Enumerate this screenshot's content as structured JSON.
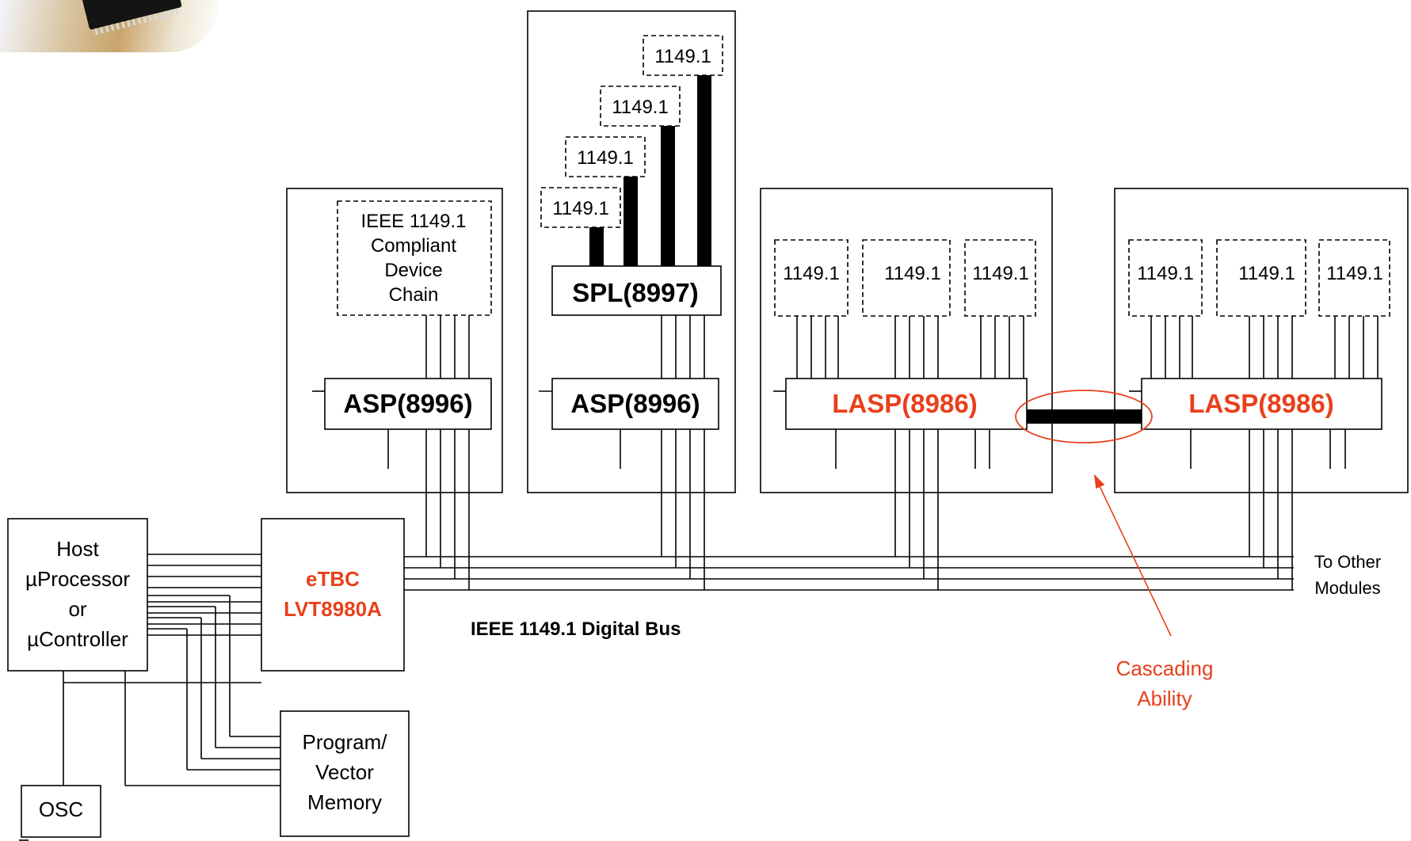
{
  "blocks": {
    "ieee_chain": [
      "IEEE 1149.1",
      "Compliant",
      "Device",
      "Chain"
    ],
    "asp_left": "ASP(8996)",
    "asp_mid": "ASP(8996)",
    "spl": "SPL(8997)",
    "spl_chain": [
      "1149.1",
      "1149.1",
      "1149.1",
      "1149.1"
    ],
    "lasp_left": "LASP(8986)",
    "lasp_right": "LASP(8986)",
    "lasp_left_chain": [
      "1149.1",
      "1149.1",
      "1149.1"
    ],
    "lasp_right_chain": [
      "1149.1",
      "1149.1",
      "1149.1"
    ],
    "host": [
      "Host",
      "µProcessor",
      "or",
      "µController"
    ],
    "etbc": [
      "eTBC",
      "LVT8980A"
    ],
    "memory": [
      "Program/",
      "Vector",
      "Memory"
    ],
    "osc": "OSC"
  },
  "labels": {
    "bus": "IEEE 1149.1 Digital Bus",
    "to_other": [
      "To Other",
      "Modules"
    ],
    "cascading": [
      "Cascading",
      "Ability"
    ]
  },
  "colors": {
    "accent": "#e8401c",
    "line": "#000000"
  }
}
